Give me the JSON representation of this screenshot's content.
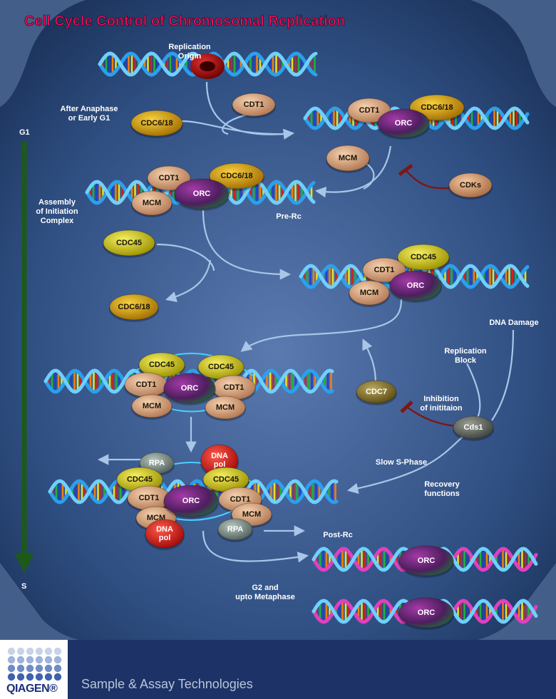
{
  "title": "Cell Cycle Control of Chromosomal Replication",
  "phase_axis": {
    "start": "G1",
    "end": "S"
  },
  "labels": {
    "replication_origin": "Replication Origin",
    "after_anaphase": "After Anaphase or Early G1",
    "assembly": "Assembly of Initiation Complex",
    "pre_rc": "Pre-Rc",
    "dna_damage": "DNA Damage",
    "replication_block": "Replication Block",
    "inhibition": "Inhibition of inititaion",
    "slow_s_phase": "Slow S-Phase",
    "recovery": "Recovery functions",
    "post_rc": "Post-Rc",
    "g2": "G2 and upto Metaphase"
  },
  "proteins": {
    "cdt1": "CDT1",
    "cdc6": "CDC6/18",
    "mcm": "MCM",
    "orc": "ORC",
    "cdks": "CDKs",
    "cdc45": "CDC45",
    "cdc7": "CDC7",
    "cds1": "Cds1",
    "rpa": "RPA",
    "dna_pol": "DNA pol"
  },
  "colors": {
    "background": "#2c4a79",
    "title": "#e3135a",
    "arrow": "#a9c6e8",
    "g1_arrow": "#1d5a19",
    "cdt1_mcm": "#e0aa82",
    "cdc6": "#d49a10",
    "cdc45": "#d8d012",
    "orc": "#7a2a8a",
    "dna_pol": "#e01818",
    "rpa": "#7e908a",
    "cdc7": "#7a6a2a",
    "cds1": "#5a6058",
    "footer_band": "#1d3267"
  },
  "footer": {
    "brand": "QIAGEN®",
    "tagline": "Sample & Assay Technologies"
  }
}
